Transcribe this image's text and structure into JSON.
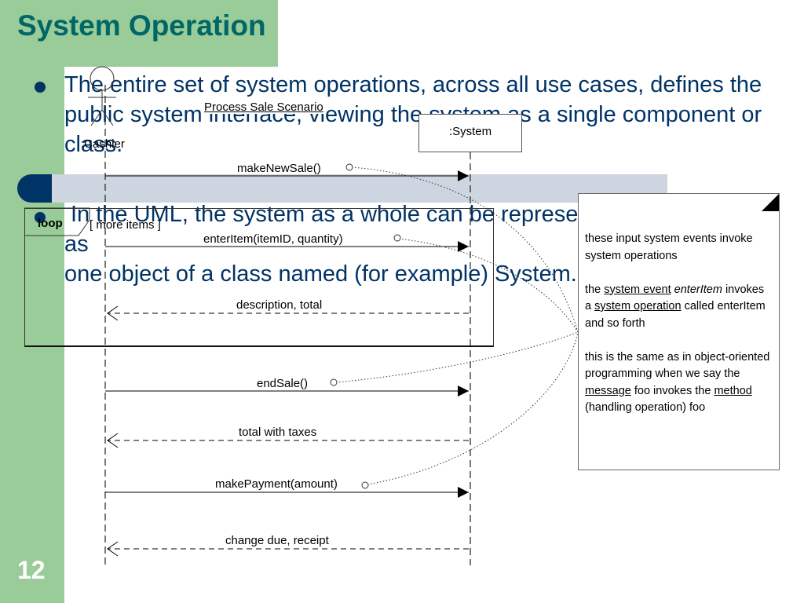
{
  "slide": {
    "title": "System Operation",
    "page_number": "12"
  },
  "bullets": [
    {
      "text": "The entire set of system operations, across all use cases, defines the public system interface, viewing the system as a single component or class."
    },
    {
      "line1": "In the UML, the system as a whole can be represented as",
      "line2": "one object of a class named (for example) System."
    }
  ],
  "diagram": {
    "frame_title": "Process Sale Scenario",
    "actor": ":Cashier",
    "system": ":System",
    "loop": {
      "operator": "loop",
      "guard": "[ more items ]"
    },
    "messages": [
      {
        "label": "makeNewSale()",
        "kind": "call"
      },
      {
        "label": "enterItem(itemID, quantity)",
        "kind": "call"
      },
      {
        "label": "description, total",
        "kind": "return"
      },
      {
        "label": "endSale()",
        "kind": "call"
      },
      {
        "label": "total with taxes",
        "kind": "return"
      },
      {
        "label": "makePayment(amount)",
        "kind": "call"
      },
      {
        "label": "change due, receipt",
        "kind": "return"
      }
    ]
  },
  "note": {
    "line1": "these input system events invoke system operations",
    "the": "the",
    "system_event": "system event",
    "enterItem": "enterItem",
    "invokes_a": "invokes a",
    "system_operation": "system operation",
    "called": "called enterItem and so forth",
    "para3a": "this is the same as in object-oriented programming when we say the",
    "message": "message",
    "foo_invokes": "foo invokes the",
    "method": "method",
    "handling": "(handling operation) foo"
  },
  "colors": {
    "green_band": "#99cc99",
    "title_text": "#006666",
    "body_text": "#003366",
    "divider_bar": "#ccd5e0"
  }
}
